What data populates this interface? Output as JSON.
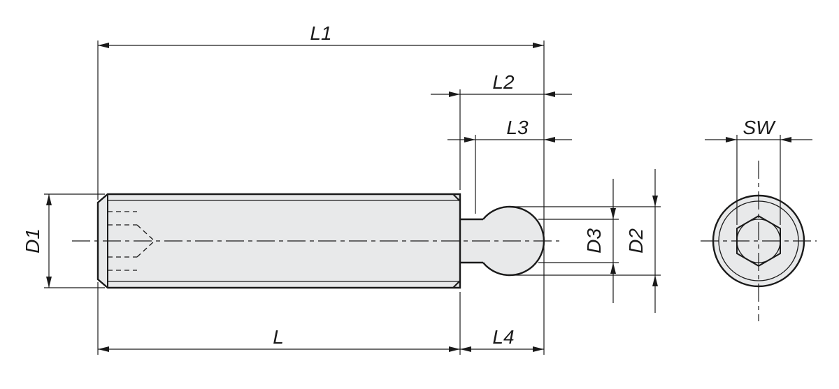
{
  "drawing": {
    "kind": "technical-dimension-drawing",
    "subject": "grub-screw-with-ball-end",
    "colors": {
      "line": "#1a1a1a",
      "part_fill": "#e8e9ea",
      "background": "#ffffff"
    },
    "labels": {
      "L1": "L1",
      "L2": "L2",
      "L3": "L3",
      "L4": "L4",
      "L": "L",
      "D1": "D1",
      "D2": "D2",
      "D3": "D3",
      "SW": "SW"
    }
  }
}
